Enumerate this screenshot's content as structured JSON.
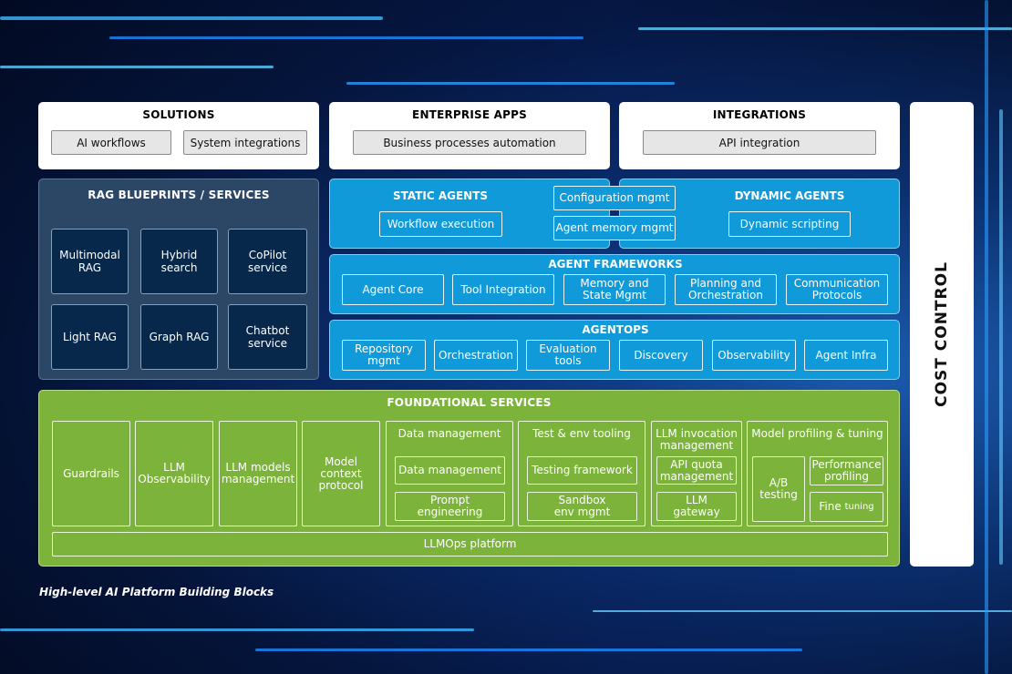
{
  "solutions": {
    "title": "SOLUTIONS",
    "items": [
      "AI workflows",
      "System integrations"
    ]
  },
  "enterprise_apps": {
    "title": "ENTERPRISE APPS",
    "items": [
      "Business processes automation"
    ]
  },
  "integrations": {
    "title": "INTEGRATIONS",
    "items": [
      "API integration"
    ]
  },
  "rag": {
    "title": "RAG BLUEPRINTS / SERVICES",
    "items": [
      "Multimodal RAG",
      "Hybrid search",
      "CoPilot service",
      "Light RAG",
      "Graph RAG",
      "Chatbot service"
    ]
  },
  "static_agents": {
    "title": "STATIC AGENTS",
    "items": [
      "Workflow execution"
    ]
  },
  "shared_agent_boxes": [
    "Configuration mgmt",
    "Agent memory mgmt"
  ],
  "dynamic_agents": {
    "title": "DYNAMIC AGENTS",
    "items": [
      "Dynamic scripting"
    ]
  },
  "agent_frameworks": {
    "title": "AGENT FRAMEWORKS",
    "items": [
      "Agent Core",
      "Tool Integration",
      "Memory and State Mgmt",
      "Planning and Orchestration",
      "Communication Protocols"
    ]
  },
  "agentops": {
    "title": "AGENTOPS",
    "items": [
      "Repository mgmt",
      "Orchestration",
      "Evaluation tools",
      "Discovery",
      "Observability",
      "Agent Infra"
    ]
  },
  "foundational": {
    "title": "FOUNDATIONAL SERVICES",
    "singles": [
      "Guardrails",
      "LLM Observability",
      "LLM models management",
      "Model context protocol"
    ],
    "data_management": {
      "title": "Data management",
      "items": [
        "Data management",
        "Prompt engineering"
      ]
    },
    "test_env": {
      "title": "Test & env tooling",
      "items": [
        "Testing framework",
        "Sandbox env mgmt"
      ]
    },
    "llm_invocation": {
      "title": "LLM invocation management",
      "items": [
        "API quota management",
        "LLM gateway"
      ]
    },
    "model_profiling": {
      "title": "Model profiling & tuning",
      "ab": "A/B testing",
      "performance": "Performance profiling",
      "fine": "Fine",
      "tuning": "tuning"
    },
    "platform": "LLMOps platform"
  },
  "cost_control": "COST CONTROL",
  "caption": "High-level AI Platform Building Blocks",
  "colors": {
    "navy": "#2c4766",
    "blue": "#109ad9",
    "green": "#7cb43b",
    "white": "#ffffff"
  }
}
